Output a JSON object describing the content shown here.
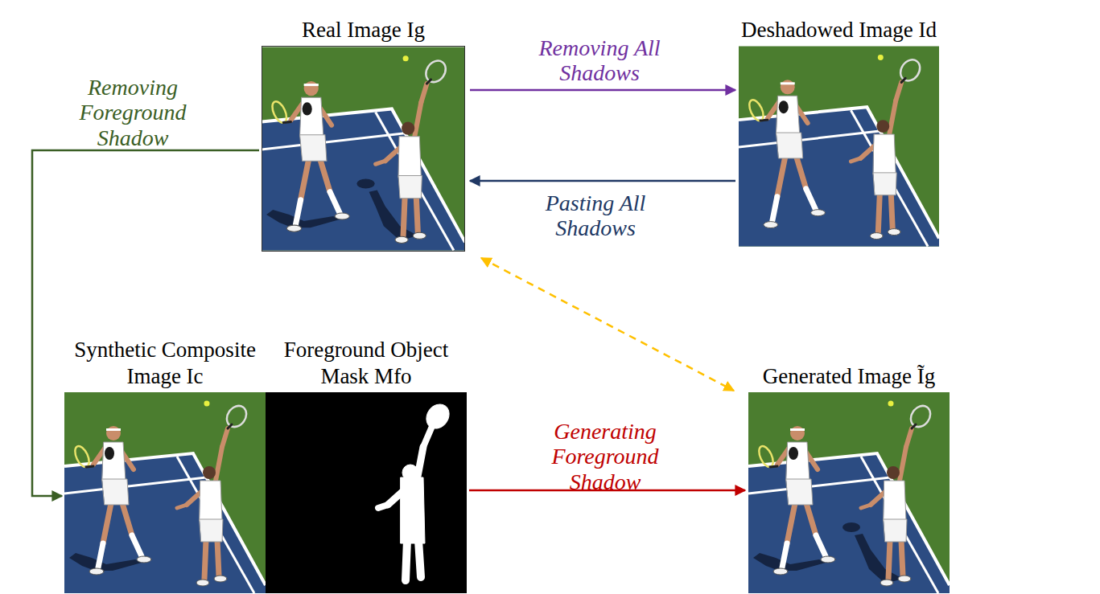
{
  "diagram": {
    "nodes": [
      {
        "text": [
          "Real Image Ig"
        ]
      },
      {
        "text": [
          "Deshadowed Image Id"
        ]
      },
      {
        "text": [
          "Synthetic Composite Image Ic"
        ]
      },
      {
        "text": [
          "Foreground Object Mask Mfo"
        ]
      },
      {
        "text": [
          "Generated Image Ĩg"
        ]
      }
    ],
    "edges": [
      {
        "from": 0,
        "to": 1,
        "arrow": "to",
        "label": "Removing All Shadows"
      },
      {
        "from": 1,
        "to": 0,
        "arrow": "to",
        "label": "Pasting All Shadows"
      },
      {
        "from": 0,
        "to": 2,
        "arrow": "to",
        "label": "Removing Foreground Shadow"
      },
      {
        "from": 3,
        "to": 4,
        "arrow": "to",
        "label": "Generating Foreground Shadow"
      },
      {
        "from": 0,
        "to": 4,
        "arrow": "both"
      }
    ]
  }
}
